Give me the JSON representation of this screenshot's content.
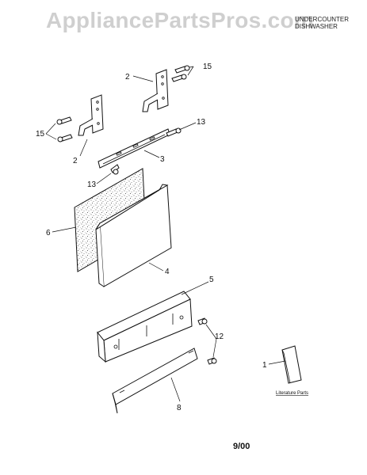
{
  "watermark": "AppliancePartsPros.com",
  "header": {
    "line1": "UNDERCOUNTER",
    "line2": "DISHWASHER"
  },
  "callouts": {
    "c2_upper": "2",
    "c15_upper": "15",
    "c15_left": "15",
    "c2_left": "2",
    "c13_right": "13",
    "c3": "3",
    "c13_left": "13",
    "c6": "6",
    "c4": "4",
    "c5": "5",
    "c12": "12",
    "c1": "1",
    "c8": "8"
  },
  "literature_caption": "Literature Parts",
  "date": "9/00"
}
